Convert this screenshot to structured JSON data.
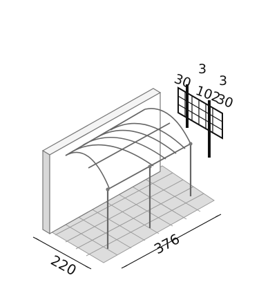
{
  "dimensions": {
    "depth": "220",
    "width": "376"
  },
  "profile": {
    "left_top": "3",
    "left_value": "30",
    "center_value": "102",
    "right_top": "3",
    "right_value": "30"
  }
}
